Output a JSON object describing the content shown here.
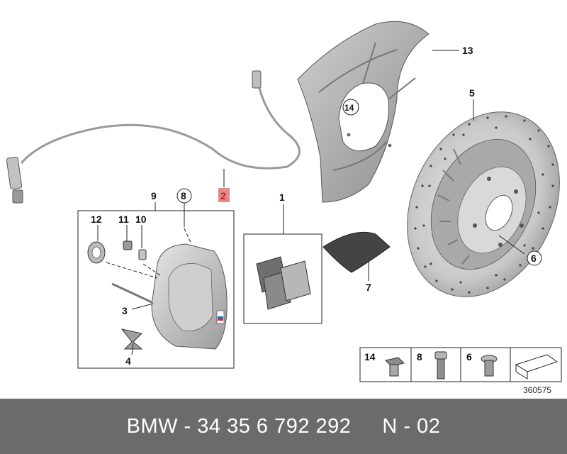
{
  "callouts": {
    "c1": "1",
    "c2": "2",
    "c3": "3",
    "c4": "4",
    "c5": "5",
    "c6": "6",
    "c7": "7",
    "c8": "8",
    "c9": "9",
    "c10": "10",
    "c11": "11",
    "c12": "12",
    "c13": "13",
    "c14": "14"
  },
  "hardware_legend": {
    "item_a": "14",
    "item_b": "8",
    "item_c": "6"
  },
  "drawing_number": "360575",
  "footer": {
    "part_number": "BMW - 34 35 6 792 292",
    "position": "N - 02"
  },
  "colors": {
    "footer_bg": "#6b6b6b",
    "highlight_2": "#e08a8a"
  }
}
